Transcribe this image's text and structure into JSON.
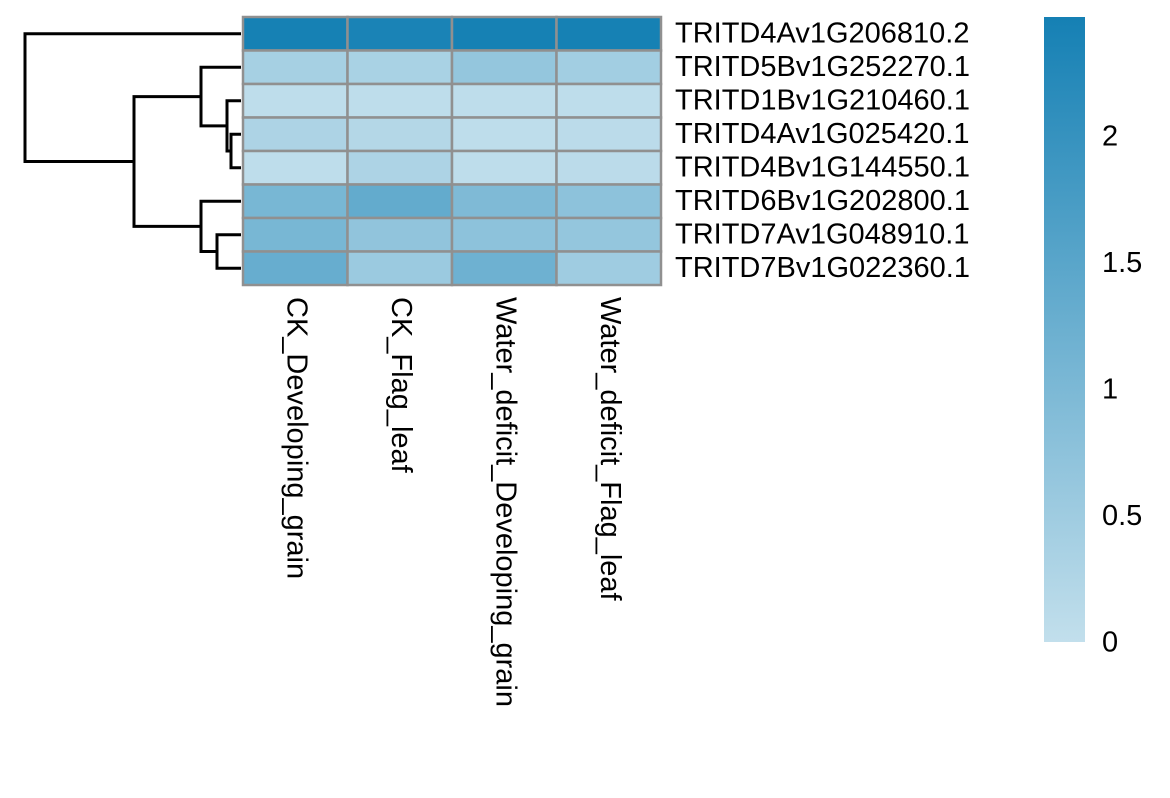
{
  "chart_data": {
    "type": "heatmap",
    "title": "",
    "columns": [
      "CK_Developing_grain",
      "CK_Flag_leaf",
      "Water_deficit_Developing_grain",
      "Water_deficit_Flag_leaf"
    ],
    "rows": [
      "TRITD4Av1G206810.2",
      "TRITD5Bv1G252270.1",
      "TRITD1Bv1G210460.1",
      "TRITD4Av1G025420.1",
      "TRITD4Bv1G144550.1",
      "TRITD6Bv1G202800.1",
      "TRITD7Av1G048910.1",
      "TRITD7Bv1G022360.1"
    ],
    "values": [
      [
        2.45,
        2.4,
        2.45,
        2.45
      ],
      [
        0.4,
        0.35,
        0.65,
        0.45
      ],
      [
        0.05,
        0.05,
        0.05,
        0.05
      ],
      [
        0.3,
        0.2,
        0.05,
        0.1
      ],
      [
        0.05,
        0.3,
        0.05,
        0.1
      ],
      [
        1.05,
        1.35,
        0.95,
        0.75
      ],
      [
        1.05,
        0.7,
        0.75,
        0.65
      ],
      [
        1.3,
        0.55,
        1.2,
        0.5
      ]
    ],
    "colorbar": {
      "ticks": [
        0,
        0.5,
        1,
        1.5,
        2
      ],
      "tick_labels": [
        "0",
        "0.5",
        "1",
        "1.5",
        "2"
      ],
      "range": [
        0,
        2.47
      ],
      "color_low": "#c2dfec",
      "color_high": "#1580b4"
    },
    "cell_border_color": "#909090",
    "row_dendrogram": {
      "shown": true,
      "merge_order": [
        [
          3,
          4
        ],
        [
          2,
          "m1"
        ],
        [
          1,
          "m2"
        ],
        [
          6,
          7
        ],
        [
          5,
          "m4"
        ],
        [
          "m3",
          "m5"
        ],
        [
          0,
          "m6"
        ]
      ]
    }
  }
}
